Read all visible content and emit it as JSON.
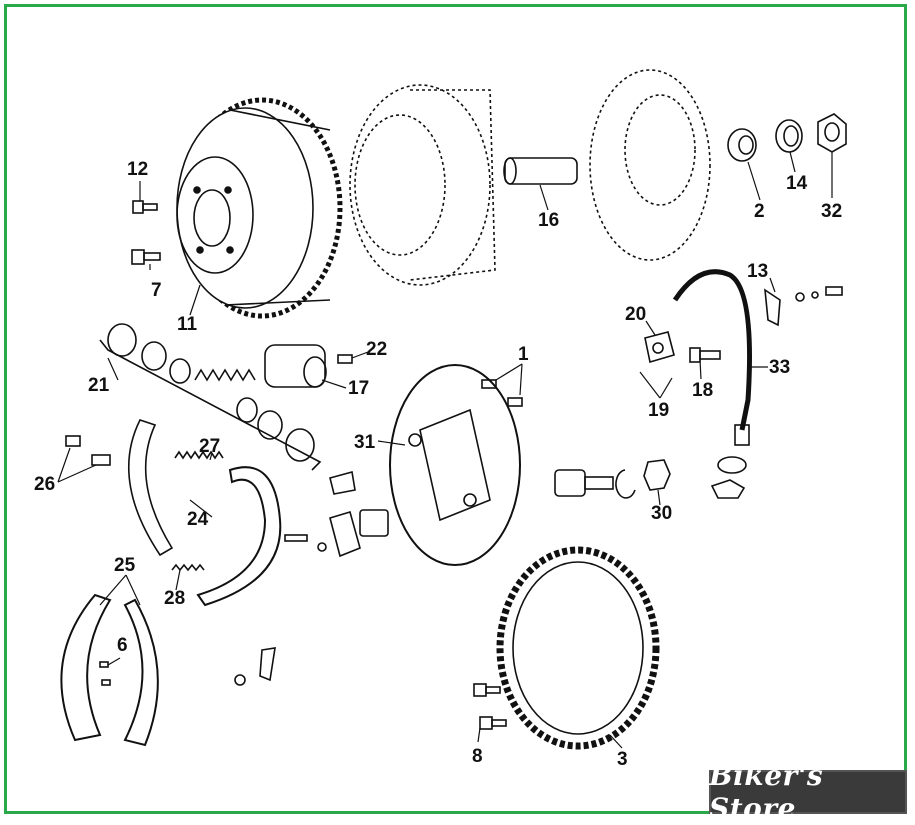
{
  "diagram": {
    "frame_color": "#2aa84a",
    "callouts": [
      {
        "id": "12",
        "text": "12"
      },
      {
        "id": "7",
        "text": "7"
      },
      {
        "id": "11",
        "text": "11"
      },
      {
        "id": "16",
        "text": "16"
      },
      {
        "id": "2",
        "text": "2"
      },
      {
        "id": "14",
        "text": "14"
      },
      {
        "id": "32",
        "text": "32"
      },
      {
        "id": "13",
        "text": "13"
      },
      {
        "id": "20",
        "text": "20"
      },
      {
        "id": "33",
        "text": "33"
      },
      {
        "id": "19",
        "text": "19"
      },
      {
        "id": "18",
        "text": "18"
      },
      {
        "id": "22",
        "text": "22"
      },
      {
        "id": "1",
        "text": "1"
      },
      {
        "id": "17",
        "text": "17"
      },
      {
        "id": "21",
        "text": "21"
      },
      {
        "id": "31",
        "text": "31"
      },
      {
        "id": "27",
        "text": "27"
      },
      {
        "id": "26",
        "text": "26"
      },
      {
        "id": "24",
        "text": "24"
      },
      {
        "id": "30",
        "text": "30"
      },
      {
        "id": "25",
        "text": "25"
      },
      {
        "id": "28",
        "text": "28"
      },
      {
        "id": "6",
        "text": "6"
      },
      {
        "id": "8",
        "text": "8"
      },
      {
        "id": "3",
        "text": "3"
      }
    ],
    "watermark": {
      "text": "Biker's Store"
    }
  }
}
